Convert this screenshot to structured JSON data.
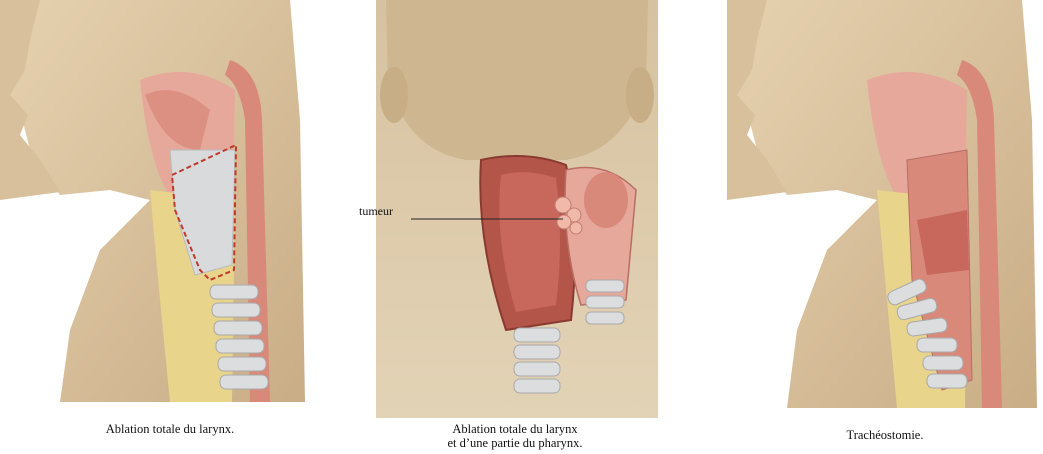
{
  "panels": [
    {
      "caption_line1": "Ablation totale du larynx.",
      "caption_line2": ""
    },
    {
      "caption_line1": "Ablation totale du larynx",
      "caption_line2": "et d’une partie du pharynx."
    },
    {
      "caption_line1": "Trachéostomie.",
      "caption_line2": ""
    }
  ],
  "labels": {
    "tumor": "tumeur"
  },
  "colors": {
    "skin": "#d9c3a0",
    "skin_shadow": "#bfa57c",
    "muscle": "#d9897a",
    "pink_tissue": "#e7a89c",
    "cartilage": "#d9dadc",
    "fat": "#e8d48a",
    "removal_outline": "#c0392b"
  }
}
